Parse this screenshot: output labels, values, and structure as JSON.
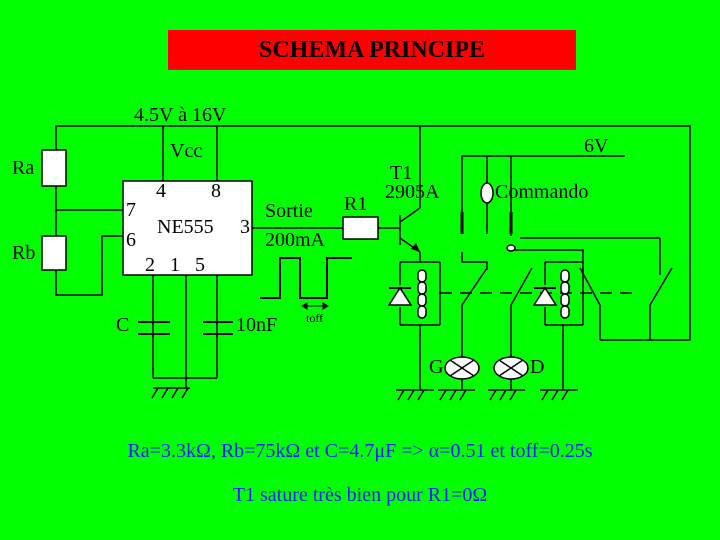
{
  "title": "SCHEMA PRINCIPE",
  "labels": {
    "supply": "4.5V à 16V",
    "vcc": "Vcc",
    "ra": "Ra",
    "rb": "Rb",
    "pin4": "4",
    "pin8": "8",
    "pin7": "7",
    "pin6": "6",
    "chip": "NE555",
    "pin3": "3",
    "pins_bottom": "2   1   5",
    "c": "C",
    "cap10n": "10nF",
    "sortie": "Sortie",
    "current": "200mA",
    "toff": "toff",
    "r1": "R1",
    "t1": "T1",
    "transistor": "2905A",
    "v6": "6V",
    "commando": "Commando",
    "lamp_g": "G",
    "lamp_d": "D"
  },
  "footer": {
    "line1": "Ra=3.3kΩ, Rb=75kΩ et C=4.7μF  => α=0.51 et toff=0.25s",
    "line2": "T1 sature très bien pour R1=0Ω"
  },
  "colors": {
    "background": "#00ff00",
    "title_bg": "#ff0000",
    "footer_text": "#1a1aff",
    "wire": "#000000",
    "component_fill": "#ffffff"
  }
}
